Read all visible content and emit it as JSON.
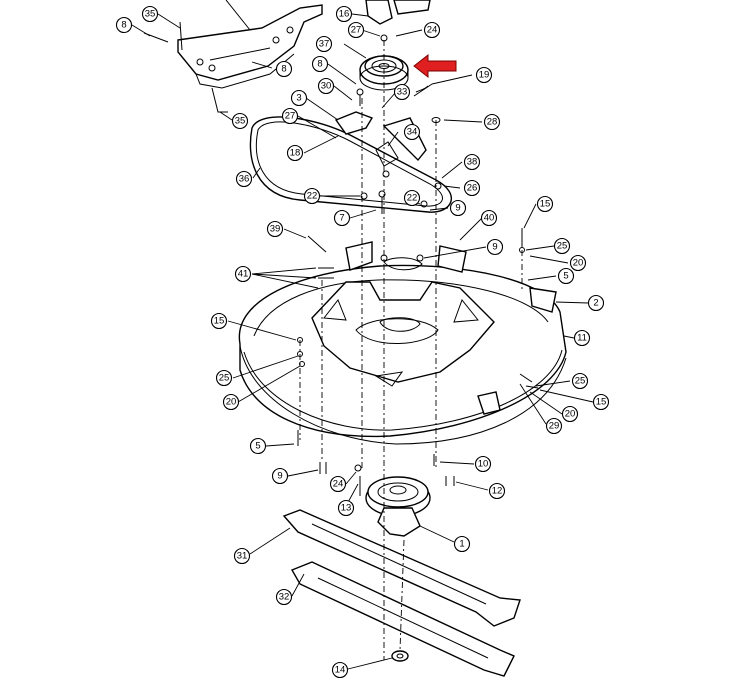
{
  "diagram": {
    "callouts": [
      {
        "id": "c-8a",
        "label": "8"
      },
      {
        "id": "c-35a",
        "label": "35"
      },
      {
        "id": "c-8b",
        "label": "8"
      },
      {
        "id": "c-35b",
        "label": "35"
      },
      {
        "id": "c-16",
        "label": "16"
      },
      {
        "id": "c-27a",
        "label": "27"
      },
      {
        "id": "c-24a",
        "label": "24"
      },
      {
        "id": "c-37",
        "label": "37"
      },
      {
        "id": "c-8c",
        "label": "8"
      },
      {
        "id": "c-19",
        "label": "19"
      },
      {
        "id": "c-30",
        "label": "30"
      },
      {
        "id": "c-33",
        "label": "33"
      },
      {
        "id": "c-3",
        "label": "3"
      },
      {
        "id": "c-27b",
        "label": "27"
      },
      {
        "id": "c-28",
        "label": "28"
      },
      {
        "id": "c-34",
        "label": "34"
      },
      {
        "id": "c-18",
        "label": "18"
      },
      {
        "id": "c-38",
        "label": "38"
      },
      {
        "id": "c-36",
        "label": "36"
      },
      {
        "id": "c-26",
        "label": "26"
      },
      {
        "id": "c-22a",
        "label": "22"
      },
      {
        "id": "c-22b",
        "label": "22"
      },
      {
        "id": "c-9a",
        "label": "9"
      },
      {
        "id": "c-7",
        "label": "7"
      },
      {
        "id": "c-40",
        "label": "40"
      },
      {
        "id": "c-15a",
        "label": "15"
      },
      {
        "id": "c-39",
        "label": "39"
      },
      {
        "id": "c-9b",
        "label": "9"
      },
      {
        "id": "c-25a",
        "label": "25"
      },
      {
        "id": "c-20a",
        "label": "20"
      },
      {
        "id": "c-5a",
        "label": "5"
      },
      {
        "id": "c-41",
        "label": "41"
      },
      {
        "id": "c-2",
        "label": "2"
      },
      {
        "id": "c-15b",
        "label": "15"
      },
      {
        "id": "c-11",
        "label": "11"
      },
      {
        "id": "c-25b",
        "label": "25"
      },
      {
        "id": "c-25c",
        "label": "25"
      },
      {
        "id": "c-20b",
        "label": "20"
      },
      {
        "id": "c-15c",
        "label": "15"
      },
      {
        "id": "c-20c",
        "label": "20"
      },
      {
        "id": "c-29",
        "label": "29"
      },
      {
        "id": "c-5b",
        "label": "5"
      },
      {
        "id": "c-10",
        "label": "10"
      },
      {
        "id": "c-9c",
        "label": "9"
      },
      {
        "id": "c-24b",
        "label": "24"
      },
      {
        "id": "c-12",
        "label": "12"
      },
      {
        "id": "c-13",
        "label": "13"
      },
      {
        "id": "c-1",
        "label": "1"
      },
      {
        "id": "c-31",
        "label": "31"
      },
      {
        "id": "c-32",
        "label": "32"
      },
      {
        "id": "c-14",
        "label": "14"
      }
    ],
    "highlight_color": "#e02020"
  }
}
